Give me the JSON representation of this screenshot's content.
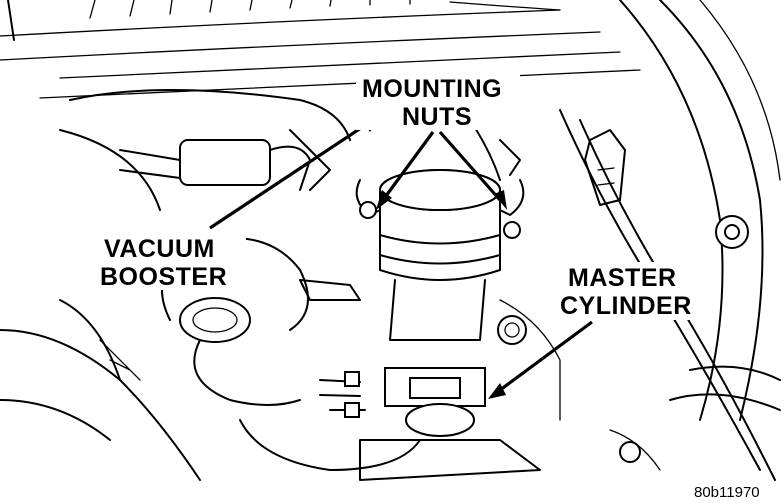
{
  "labels": {
    "mounting_nuts_line1": "MOUNTING",
    "mounting_nuts_line2": "NUTS",
    "vacuum_booster_line1": "VACUUM",
    "vacuum_booster_line2": "BOOSTER",
    "master_cylinder_line1": "MASTER",
    "master_cylinder_line2": "CYLINDER",
    "figure_id": "80b11970"
  },
  "colors": {
    "line": "#000000",
    "background": "#ffffff"
  }
}
